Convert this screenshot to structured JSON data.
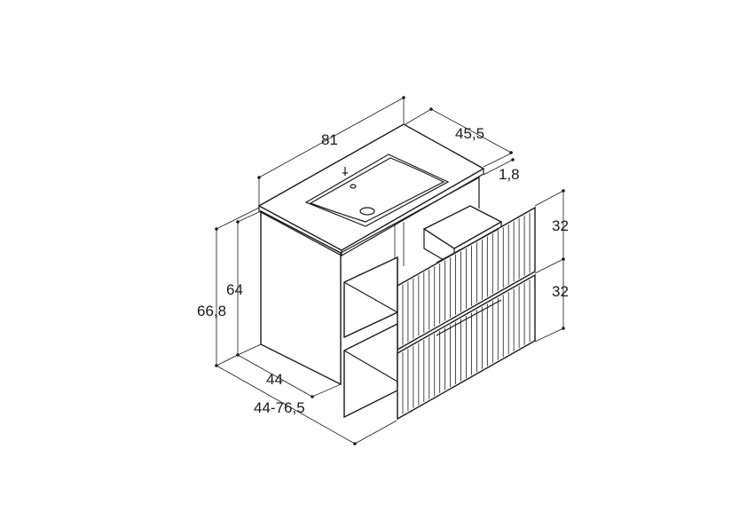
{
  "dimensions": {
    "width_top": "81",
    "depth_top": "45,5",
    "top_thickness": "1,8",
    "drawer_upper": "32",
    "drawer_lower": "32",
    "cabinet_height": "64",
    "total_height": "66,8",
    "cabinet_depth": "44",
    "open_depth": "44-76,5"
  }
}
